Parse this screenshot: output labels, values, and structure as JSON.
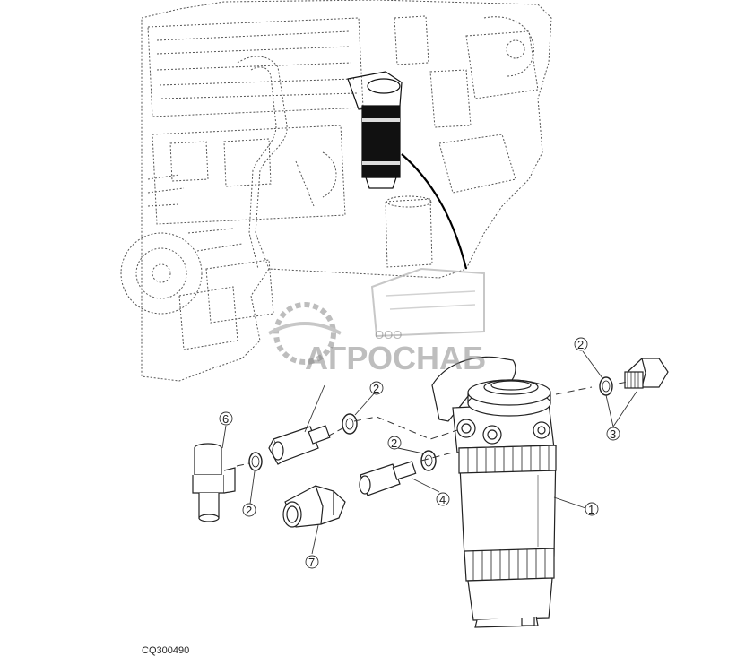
{
  "figure": {
    "code": "CQ300490"
  },
  "watermark": {
    "brand": "АГРОСНАБ",
    "prefix": "ООО"
  },
  "callouts": [
    {
      "id": "c1",
      "label": "1"
    },
    {
      "id": "c2a",
      "label": "2"
    },
    {
      "id": "c2b",
      "label": "2"
    },
    {
      "id": "c2c",
      "label": "2"
    },
    {
      "id": "c2d",
      "label": "2"
    },
    {
      "id": "c3",
      "label": "3"
    },
    {
      "id": "c4",
      "label": "4"
    },
    {
      "id": "c6",
      "label": "6"
    },
    {
      "id": "c7",
      "label": "7"
    }
  ]
}
